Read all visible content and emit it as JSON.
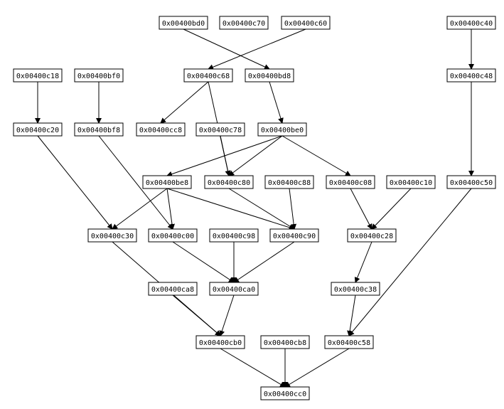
{
  "nodes": [
    {
      "id": "n_bd0",
      "label": "0x00400bd0"
    },
    {
      "id": "n_c70",
      "label": "0x00400c70"
    },
    {
      "id": "n_c60",
      "label": "0x00400c60"
    },
    {
      "id": "n_c40",
      "label": "0x00400c40"
    },
    {
      "id": "n_c18",
      "label": "0x00400c18"
    },
    {
      "id": "n_bf0",
      "label": "0x00400bf0"
    },
    {
      "id": "n_c68",
      "label": "0x00400c68"
    },
    {
      "id": "n_bd8",
      "label": "0x00400bd8"
    },
    {
      "id": "n_c48",
      "label": "0x00400c48"
    },
    {
      "id": "n_c20",
      "label": "0x00400c20"
    },
    {
      "id": "n_bf8",
      "label": "0x00400bf8"
    },
    {
      "id": "n_cc8",
      "label": "0x00400cc8"
    },
    {
      "id": "n_c78",
      "label": "0x00400c78"
    },
    {
      "id": "n_be0",
      "label": "0x00400be0"
    },
    {
      "id": "n_be8",
      "label": "0x00400be8"
    },
    {
      "id": "n_c80",
      "label": "0x00400c80"
    },
    {
      "id": "n_c88",
      "label": "0x00400c88"
    },
    {
      "id": "n_c08",
      "label": "0x00400c08"
    },
    {
      "id": "n_c10",
      "label": "0x00400c10"
    },
    {
      "id": "n_c50",
      "label": "0x00400c50"
    },
    {
      "id": "n_c30",
      "label": "0x00400c30"
    },
    {
      "id": "n_c00",
      "label": "0x00400c00"
    },
    {
      "id": "n_c98",
      "label": "0x00400c98"
    },
    {
      "id": "n_c90",
      "label": "0x00400c90"
    },
    {
      "id": "n_c28",
      "label": "0x00400c28"
    },
    {
      "id": "n_ca8",
      "label": "0x00400ca8"
    },
    {
      "id": "n_ca0",
      "label": "0x00400ca0"
    },
    {
      "id": "n_c38",
      "label": "0x00400c38"
    },
    {
      "id": "n_cb0",
      "label": "0x00400cb0"
    },
    {
      "id": "n_cb8",
      "label": "0x00400cb8"
    },
    {
      "id": "n_c58",
      "label": "0x00400c58"
    },
    {
      "id": "n_cc0",
      "label": "0x00400cc0"
    }
  ],
  "edges": [
    {
      "from": "n_bd0",
      "to": "n_bd8"
    },
    {
      "from": "n_c60",
      "to": "n_c68"
    },
    {
      "from": "n_c40",
      "to": "n_c48"
    },
    {
      "from": "n_c18",
      "to": "n_c20"
    },
    {
      "from": "n_bf0",
      "to": "n_bf8"
    },
    {
      "from": "n_c68",
      "to": "n_cc8"
    },
    {
      "from": "n_c68",
      "to": "n_c80"
    },
    {
      "from": "n_bd8",
      "to": "n_be0"
    },
    {
      "from": "n_c48",
      "to": "n_c50"
    },
    {
      "from": "n_c20",
      "to": "n_c30"
    },
    {
      "from": "n_bf8",
      "to": "n_c00"
    },
    {
      "from": "n_c78",
      "to": "n_c80"
    },
    {
      "from": "n_be0",
      "to": "n_be8"
    },
    {
      "from": "n_be0",
      "to": "n_c80"
    },
    {
      "from": "n_be0",
      "to": "n_c08"
    },
    {
      "from": "n_be8",
      "to": "n_c30"
    },
    {
      "from": "n_be8",
      "to": "n_c00"
    },
    {
      "from": "n_be8",
      "to": "n_c90"
    },
    {
      "from": "n_c80",
      "to": "n_c90"
    },
    {
      "from": "n_c88",
      "to": "n_c90"
    },
    {
      "from": "n_c08",
      "to": "n_c28"
    },
    {
      "from": "n_c10",
      "to": "n_c28"
    },
    {
      "from": "n_c50",
      "to": "n_c58"
    },
    {
      "from": "n_c30",
      "to": "n_cb0"
    },
    {
      "from": "n_c00",
      "to": "n_ca0"
    },
    {
      "from": "n_c98",
      "to": "n_ca0"
    },
    {
      "from": "n_c90",
      "to": "n_ca0"
    },
    {
      "from": "n_c28",
      "to": "n_c38"
    },
    {
      "from": "n_ca8",
      "to": "n_cb0"
    },
    {
      "from": "n_ca0",
      "to": "n_cb0"
    },
    {
      "from": "n_c38",
      "to": "n_c58"
    },
    {
      "from": "n_cb0",
      "to": "n_cc0"
    },
    {
      "from": "n_cb8",
      "to": "n_cc0"
    },
    {
      "from": "n_c58",
      "to": "n_cc0"
    }
  ]
}
